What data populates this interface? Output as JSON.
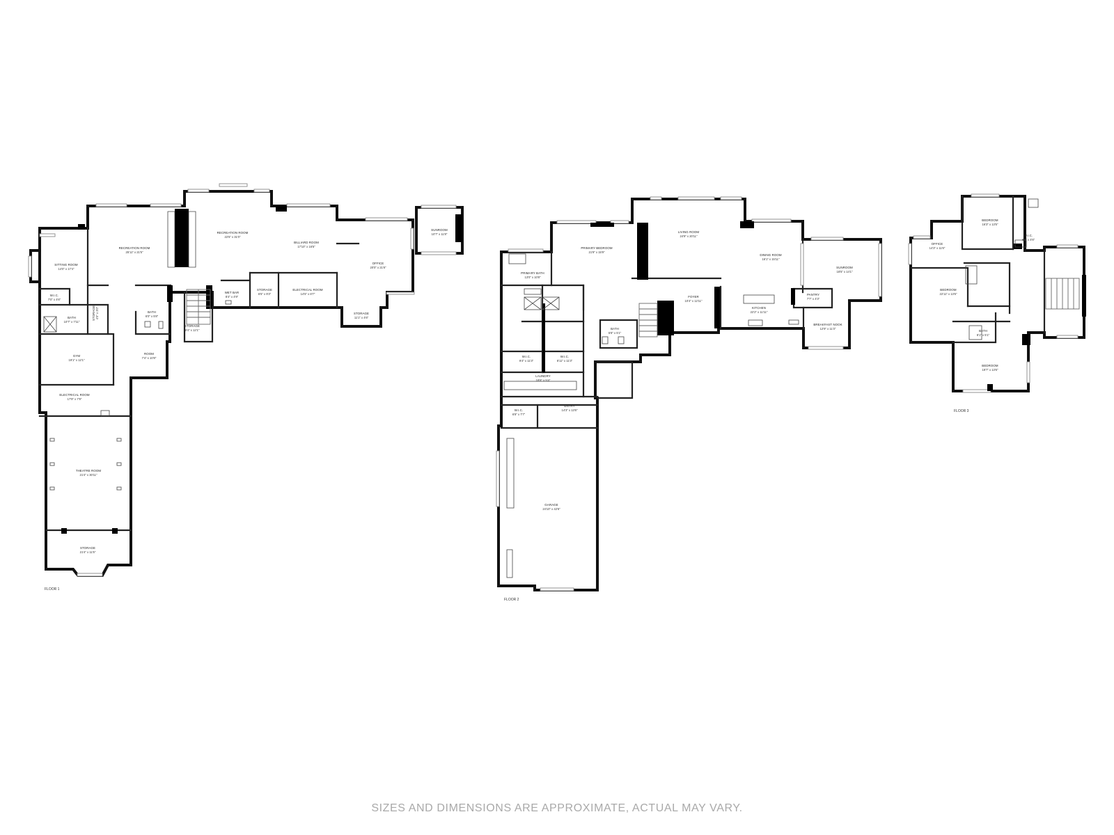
{
  "floors": [
    {
      "label": "FLOOR 1",
      "rooms": [
        {
          "key": "sitting-room",
          "name": "SITTING ROOM",
          "dims": "14'0\" x 17'4\""
        },
        {
          "key": "recreation-room-1",
          "name": "RECREATION ROOM",
          "dims": "25'11\" x 21'5\""
        },
        {
          "key": "recreation-room-2",
          "name": "RECREATION ROOM",
          "dims": "22'5\" x 31'0\""
        },
        {
          "key": "billiard-room",
          "name": "BILLIARD ROOM",
          "dims": "17'10\" x 16'5\""
        },
        {
          "key": "office",
          "name": "OFFICE",
          "dims": "20'0\" x 21'8\""
        },
        {
          "key": "sunroom",
          "name": "SUNROOM",
          "dims": "10'7\" x 11'8\""
        },
        {
          "key": "wic",
          "name": "W.I.C.",
          "dims": "7'0\" x 4'6\""
        },
        {
          "key": "bath-1",
          "name": "BATH",
          "dims": "10'7\" x 7'11\""
        },
        {
          "key": "storage-closet",
          "name": "STORAGE",
          "dims": "4'0\" x 3'0\""
        },
        {
          "key": "wet-bar",
          "name": "WET BAR",
          "dims": "8'4\" x 4'9\""
        },
        {
          "key": "storage-small",
          "name": "STORAGE",
          "dims": "6'5\" x 9'3\""
        },
        {
          "key": "electrical-room-1",
          "name": "ELECTRICAL ROOM",
          "dims": "14'5\" x 8'7\""
        },
        {
          "key": "storage-office",
          "name": "STORAGE",
          "dims": "11'1\" x 4'6\""
        },
        {
          "key": "bath-2",
          "name": "BATH",
          "dims": "6'0\" x 5'8\""
        },
        {
          "key": "storage-stair",
          "name": "STORAGE",
          "dims": "9'4\" x 12'1\""
        },
        {
          "key": "room",
          "name": "ROOM",
          "dims": "7'4\" x 10'8\""
        },
        {
          "key": "gym",
          "name": "GYM",
          "dims": "19'1\" x 12'1\""
        },
        {
          "key": "electrical-room-2",
          "name": "ELECTRICAL ROOM",
          "dims": "17'9\" x 7'9\""
        },
        {
          "key": "theatre-room",
          "name": "THEATRE ROOM",
          "dims": "21'4\" x 30'11\""
        },
        {
          "key": "storage-theatre",
          "name": "STORAGE",
          "dims": "21'4\" x 11'5\""
        }
      ]
    },
    {
      "label": "FLOOR 2",
      "rooms": [
        {
          "key": "primary-bath",
          "name": "PRIMARY BATH",
          "dims": "13'0\" x 10'8\""
        },
        {
          "key": "primary-bedroom",
          "name": "PRIMARY BEDROOM",
          "dims": "21'9\" x 15'9\""
        },
        {
          "key": "living-room",
          "name": "LIVING ROOM",
          "dims": "24'9\" x 20'11\""
        },
        {
          "key": "dining-room",
          "name": "DINING ROOM",
          "dims": "16'1\" x 15'11\""
        },
        {
          "key": "sunroom",
          "name": "SUNROOM",
          "dims": "18'5\" x 14'1\""
        },
        {
          "key": "pantry",
          "name": "PANTRY",
          "dims": "7'7\" x 4'3\""
        },
        {
          "key": "foyer",
          "name": "FOYER",
          "dims": "10'4\" x 12'11\""
        },
        {
          "key": "kitchen",
          "name": "KITCHEN",
          "dims": "22'2\" x 11'11\""
        },
        {
          "key": "breakfast-nook",
          "name": "BREAKFAST NOOK",
          "dims": "12'9\" x 11'3\""
        },
        {
          "key": "wic-1",
          "name": "W.I.C.",
          "dims": "9'4\" x 11'3\""
        },
        {
          "key": "wic-2",
          "name": "W.I.C.",
          "dims": "8'11\" x 11'3\""
        },
        {
          "key": "bath",
          "name": "BATH",
          "dims": "5'8\" x 5'1\""
        },
        {
          "key": "laundry",
          "name": "LAUNDRY",
          "dims": "18'8\" x 5'4\""
        },
        {
          "key": "wic-3",
          "name": "W.I.C.",
          "dims": "6'8\" x 7'7\""
        },
        {
          "key": "entry",
          "name": "ENTRY",
          "dims": "14'3\" x 13'6\""
        },
        {
          "key": "garage",
          "name": "GARAGE",
          "dims": "24'10\" x 42'6\""
        }
      ]
    },
    {
      "label": "FLOOR 3",
      "rooms": [
        {
          "key": "bedroom-1",
          "name": "BEDROOM",
          "dims": "16'3\" x 13'5\""
        },
        {
          "key": "office",
          "name": "OFFICE",
          "dims": "14'3\" x 11'6\""
        },
        {
          "key": "wic",
          "name": "W.I.C.",
          "dims": "8'3\" x 4'6\""
        },
        {
          "key": "bedroom-2",
          "name": "BEDROOM",
          "dims": "22'11\" x 13'6\""
        },
        {
          "key": "bath",
          "name": "BATH",
          "dims": "8'1\" x 5'1\""
        },
        {
          "key": "bedroom-3",
          "name": "BEDROOM",
          "dims": "19'7\" x 13'6\""
        }
      ]
    }
  ],
  "disclaimer": "SIZES AND DIMENSIONS ARE APPROXIMATE, ACTUAL MAY VARY."
}
